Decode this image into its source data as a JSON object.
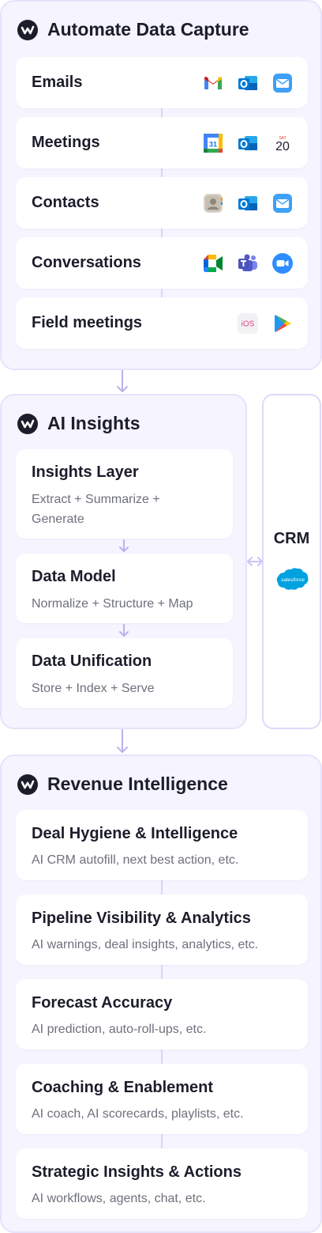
{
  "capture": {
    "title": "Automate Data Capture",
    "items": [
      {
        "label": "Emails",
        "icons": [
          "gmail-icon",
          "outlook-icon",
          "apple-mail-icon"
        ]
      },
      {
        "label": "Meetings",
        "icons": [
          "google-calendar-icon",
          "outlook-icon",
          "apple-calendar-icon"
        ]
      },
      {
        "label": "Contacts",
        "icons": [
          "contacts-icon",
          "outlook-icon",
          "apple-mail-icon"
        ]
      },
      {
        "label": "Conversations",
        "icons": [
          "google-meet-icon",
          "teams-icon",
          "zoom-icon"
        ]
      },
      {
        "label": "Field meetings",
        "icons": [
          "ios-icon",
          "google-play-icon"
        ]
      }
    ],
    "gcal_day": "31",
    "apple_cal_weekday": "SAT",
    "apple_cal_day": "20",
    "ios_label": "iOS"
  },
  "insights": {
    "title": "AI Insights",
    "items": [
      {
        "title": "Insights Layer",
        "subtitle_line1": "Extract + Summarize +",
        "subtitle_line2": "Generate"
      },
      {
        "title": "Data Model",
        "subtitle": "Normalize + Structure + Map"
      },
      {
        "title": "Data Unification",
        "subtitle": "Store + Index + Serve"
      }
    ]
  },
  "crm": {
    "label": "CRM",
    "logo_text": "salesforce"
  },
  "revenue": {
    "title": "Revenue Intelligence",
    "items": [
      {
        "title": "Deal Hygiene & Intelligence",
        "subtitle": "AI CRM autofill, next best action, etc."
      },
      {
        "title": "Pipeline Visibility & Analytics",
        "subtitle": "AI warnings, deal insights, analytics, etc."
      },
      {
        "title": "Forecast Accuracy",
        "subtitle": "AI prediction, auto-roll-ups, etc."
      },
      {
        "title": "Coaching & Enablement",
        "subtitle": "AI coach, AI scorecards, playlists, etc."
      },
      {
        "title": "Strategic Insights & Actions",
        "subtitle": "AI workflows, agents, chat, etc."
      }
    ]
  },
  "colors": {
    "panel_bg": "#f5f4ff",
    "panel_border": "#e6e3fb",
    "connector": "#d9d6f7",
    "arrow": "#b9b3ee"
  }
}
